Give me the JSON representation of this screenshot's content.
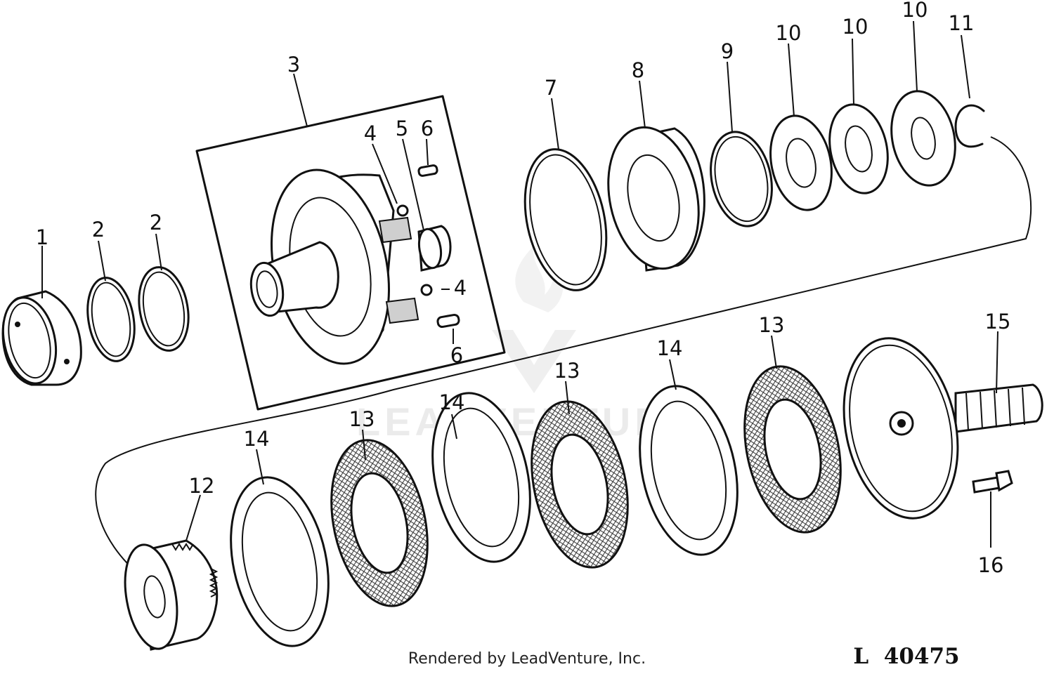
{
  "diagram": {
    "callouts": {
      "c1": "1",
      "c2a": "2",
      "c2b": "2",
      "c3": "3",
      "c4a": "4",
      "c4b": "4",
      "c5": "5",
      "c6a": "6",
      "c6b": "6",
      "c7": "7",
      "c8": "8",
      "c9": "9",
      "c10a": "10",
      "c10b": "10",
      "c10c": "10",
      "c11": "11",
      "c12": "12",
      "c13a": "13",
      "c13b": "13",
      "c13c": "13",
      "c14a": "14",
      "c14b": "14",
      "c14c": "14",
      "c15": "15",
      "c16": "16"
    },
    "footer_text": "Rendered by LeadVenture, Inc.",
    "drawing_number": "L  40475",
    "watermark_text": "LEADVENTURE"
  }
}
